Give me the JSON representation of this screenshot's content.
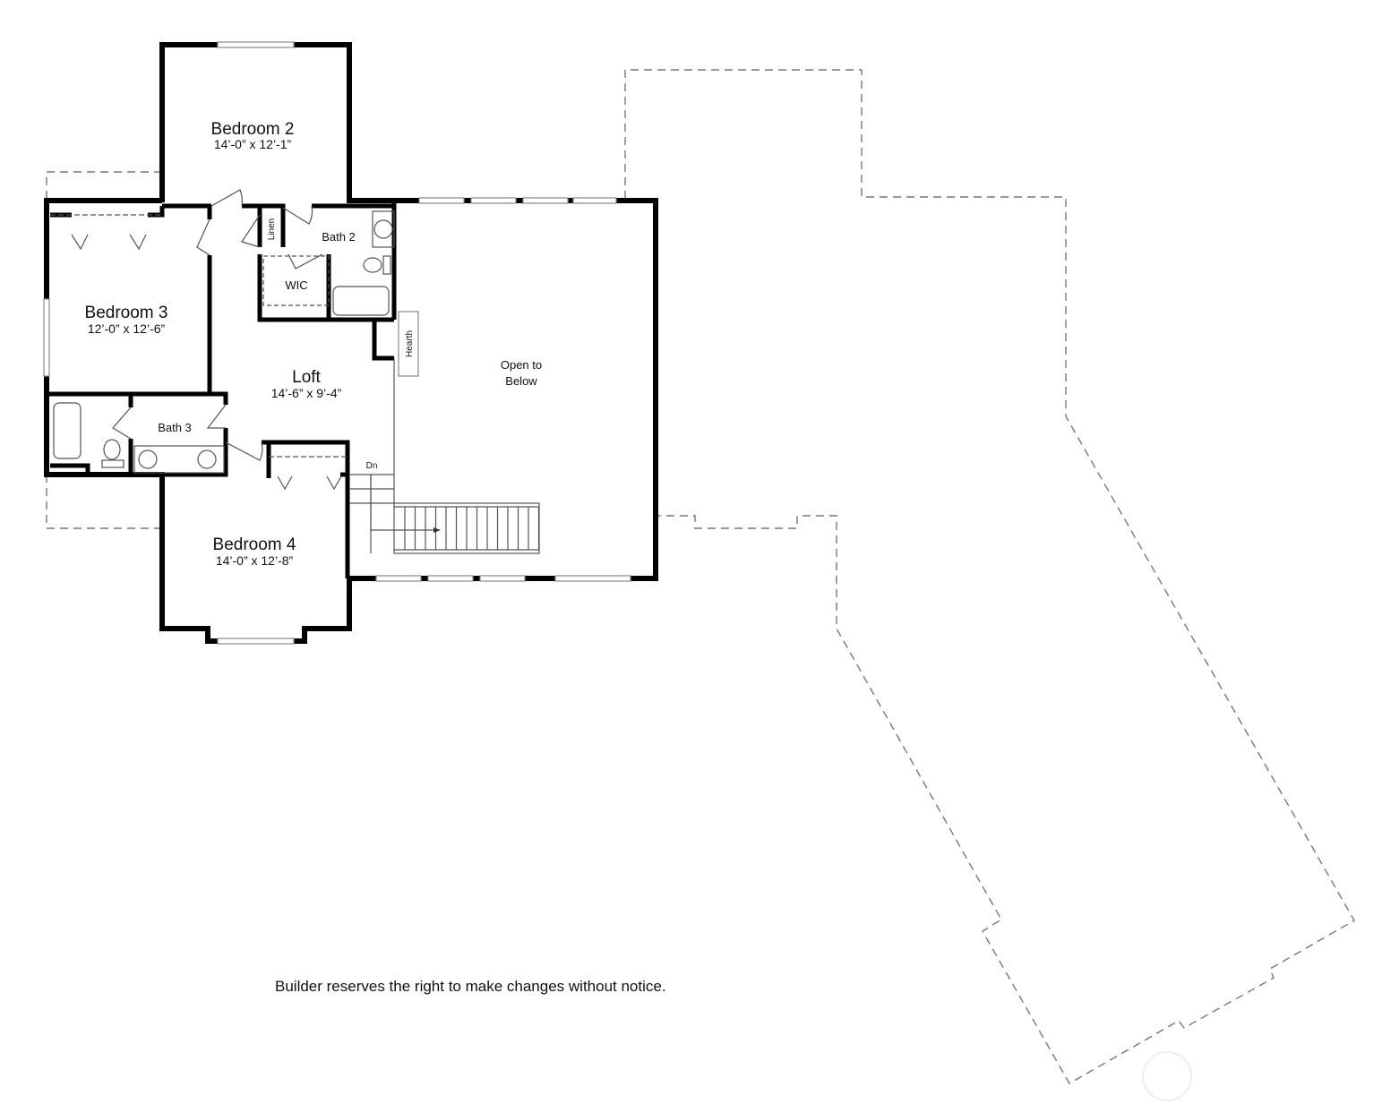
{
  "rooms": {
    "bedroom2": {
      "name": "Bedroom 2",
      "dims": "14’-0” x 12’-1”"
    },
    "bedroom3": {
      "name": "Bedroom 3",
      "dims": "12’-0” x 12’-6”"
    },
    "bedroom4": {
      "name": "Bedroom 4",
      "dims": "14’-0” x 12’-8”"
    },
    "loft": {
      "name": "Loft",
      "dims": "14’-6” x 9’-4”"
    },
    "bath2": {
      "name": "Bath 2"
    },
    "bath3": {
      "name": "Bath 3"
    },
    "wic": {
      "name": "WIC"
    },
    "linen": {
      "name": "Linen"
    },
    "hearth": {
      "name": "Hearth"
    },
    "open_to_below": {
      "line1": "Open to",
      "line2": "Below"
    },
    "stairs": {
      "label": "Dn"
    }
  },
  "disclaimer": "Builder reserves the right to make changes without notice.",
  "colors": {
    "walls": "#000000",
    "outline_dashed": "#777777"
  }
}
